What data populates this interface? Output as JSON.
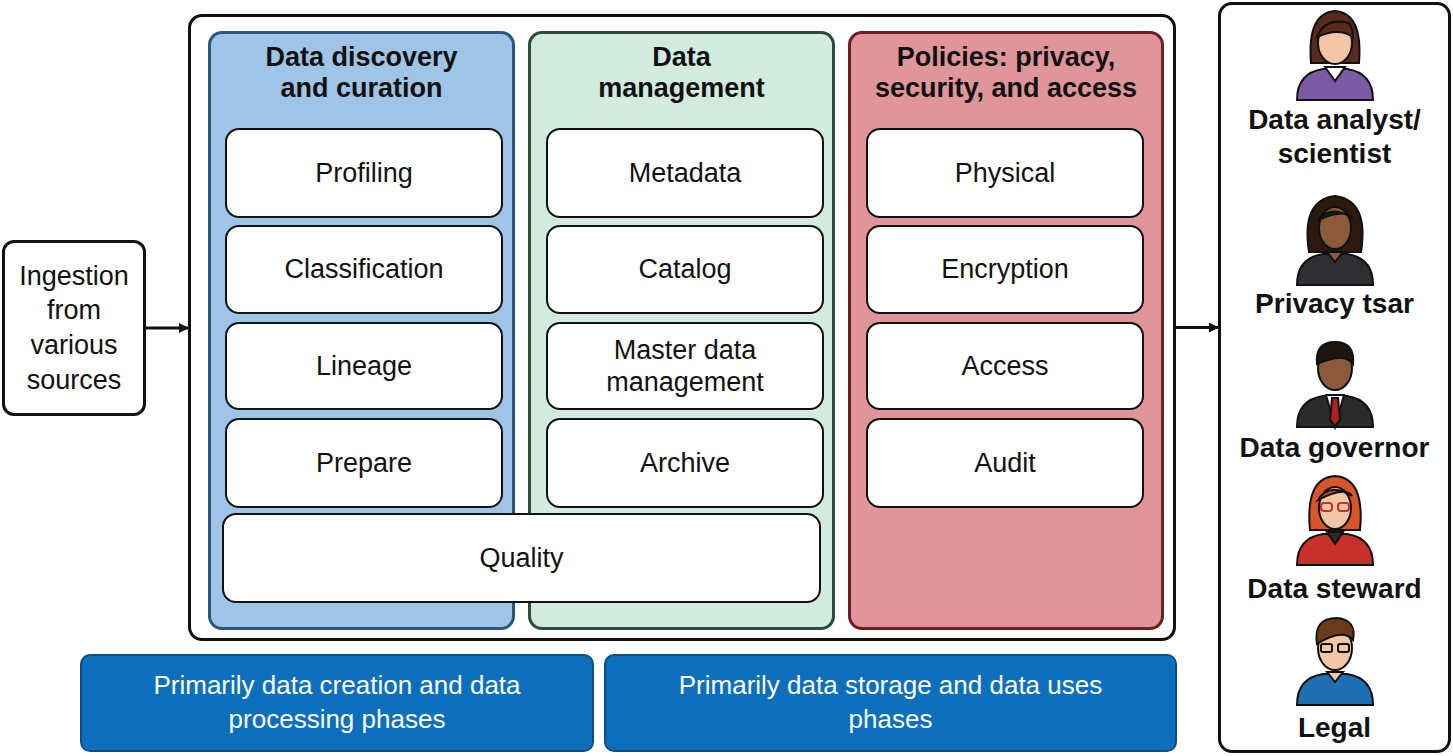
{
  "diagram": {
    "nodes": [
      {
        "text": [
          "Ingestion from various sources"
        ]
      },
      {
        "text": []
      },
      {
        "text": [
          "Data discovery and curation"
        ],
        "in": 1
      },
      {
        "text": [
          "Profiling"
        ],
        "in": 2
      },
      {
        "text": [
          "Classification"
        ],
        "in": 2
      },
      {
        "text": [
          "Lineage"
        ],
        "in": 2
      },
      {
        "text": [
          "Prepare"
        ],
        "in": 2
      },
      {
        "text": [
          "Data management"
        ],
        "in": 1
      },
      {
        "text": [
          "Metadata"
        ],
        "in": 7
      },
      {
        "text": [
          "Catalog"
        ],
        "in": 7
      },
      {
        "text": [
          "Master data management"
        ],
        "in": 7
      },
      {
        "text": [
          "Archive"
        ],
        "in": 7
      },
      {
        "text": [
          "Quality"
        ],
        "in": 1
      },
      {
        "text": [
          "Policies: privacy, security, and access"
        ],
        "in": 1
      },
      {
        "text": [
          "Physical"
        ],
        "in": 13
      },
      {
        "text": [
          "Encryption"
        ],
        "in": 13
      },
      {
        "text": [
          "Access"
        ],
        "in": 13
      },
      {
        "text": [
          "Audit"
        ],
        "in": 13
      },
      {
        "text": [
          "Primarily data creation and data processing phases"
        ]
      },
      {
        "text": [
          "Primarily data storage and data uses phases"
        ]
      },
      {
        "text": [
          "Data analyst/ scientist",
          "Privacy tsar",
          "Data governor",
          "Data steward",
          "Legal"
        ]
      }
    ],
    "edges": [
      {
        "from": 0,
        "to": 1,
        "arrow": "to"
      },
      {
        "from": 1,
        "to": 20,
        "arrow": "to"
      }
    ]
  }
}
